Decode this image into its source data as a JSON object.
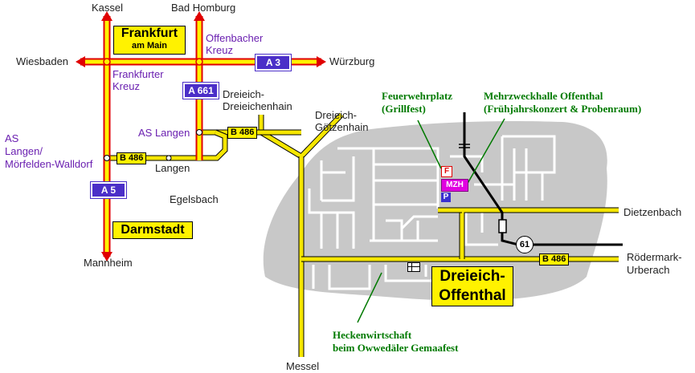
{
  "places": {
    "kassel": "Kassel",
    "bad_homburg": "Bad Homburg",
    "wiesbaden": "Wiesbaden",
    "wuerzburg": "Würzburg",
    "frankfurter_kreuz_1": "Frankfurter",
    "frankfurter_kreuz_2": "Kreuz",
    "offenbacher_kreuz_1": "Offenbacher",
    "offenbacher_kreuz_2": "Kreuz",
    "dreieichenhain_1": "Dreieich-",
    "dreieichenhain_2": "Dreieichenhain",
    "goetzenhain_1": "Dreieich-",
    "goetzenhain_2": "Götzenhain",
    "as_langen": "AS Langen",
    "as_langen_moerfelden_1": "AS",
    "as_langen_moerfelden_2": "Langen/",
    "as_langen_moerfelden_3": "Mörfelden-Walldorf",
    "langen": "Langen",
    "egelsbach": "Egelsbach",
    "mannheim": "Mannheim",
    "dietzenbach": "Dietzenbach",
    "roedermark_1": "Rödermark-",
    "roedermark_2": "Urberach",
    "messel": "Messel"
  },
  "cities": {
    "frankfurt_1": "Frankfurt",
    "frankfurt_2": "am Main",
    "darmstadt": "Darmstadt",
    "offenthal_1": "Dreieich-",
    "offenthal_2": "Offenthal"
  },
  "roads": {
    "a3": "A 3",
    "a661": "A 661",
    "a5": "A 5",
    "b486_1": "B 486",
    "b486_2": "B 486",
    "b486_3": "B 486",
    "route61": "61"
  },
  "pois": {
    "feuerwehr_1": "Feuerwehrplatz",
    "feuerwehr_2": "(Grillfest)",
    "mzh_1": "Mehrzweckhalle Offenthal",
    "mzh_2": "(Frühjahrskonzert & Probenraum)",
    "hecken_1": "Heckenwirtschaft",
    "hecken_2": "beim Owwedäler Gemaafest",
    "marker_f": "F",
    "marker_mzh": "MZH",
    "marker_p": "P"
  },
  "colors": {
    "motorway_fill": "#fff200",
    "motorway_edge": "#e00000",
    "road": "#f5e600",
    "town_area": "#c8c8c8",
    "streets": "#ffffff",
    "shield": "#4b2fc8",
    "annotation": "#007a00",
    "label_purple": "#6a1fb0"
  }
}
